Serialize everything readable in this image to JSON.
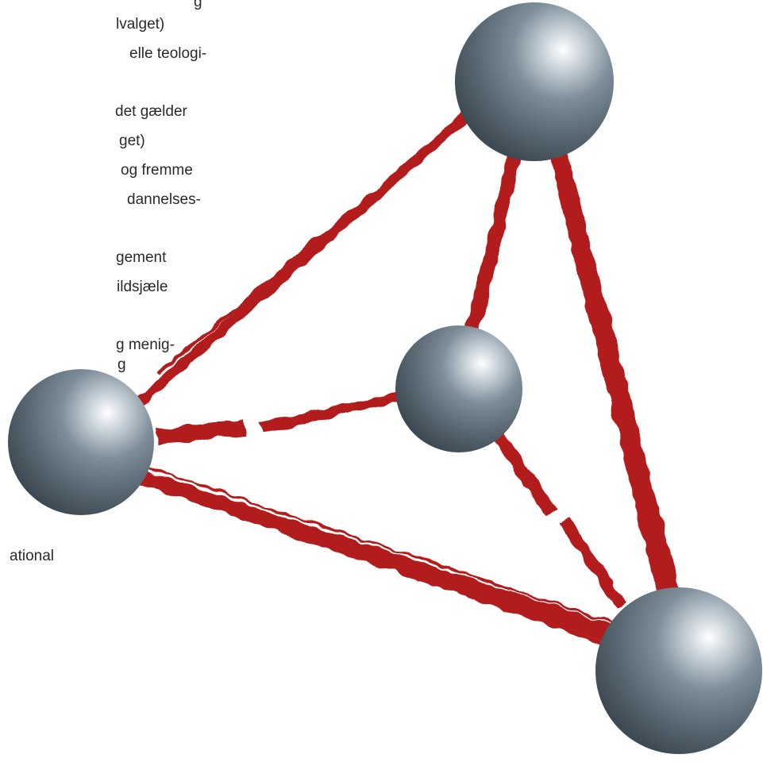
{
  "text_fragments": [
    "g",
    "lvalget)",
    "elle teologi-",
    "det gælder",
    "get)",
    "og fremme",
    "dannelses-",
    "gement",
    "ildsjæle",
    "g menig-",
    "g",
    "ational"
  ],
  "diagram": {
    "nodes": [
      "sphere-top",
      "sphere-center",
      "sphere-left",
      "sphere-bottom-right"
    ],
    "edges": [
      [
        "sphere-left",
        "sphere-top"
      ],
      [
        "sphere-top",
        "sphere-center"
      ],
      [
        "sphere-top",
        "sphere-bottom-right"
      ],
      [
        "sphere-left",
        "sphere-center"
      ],
      [
        "sphere-center",
        "sphere-bottom-right"
      ],
      [
        "sphere-left",
        "sphere-bottom-right"
      ]
    ],
    "sphere_color": "#5a6b78",
    "edge_color": "#b31c1c"
  }
}
